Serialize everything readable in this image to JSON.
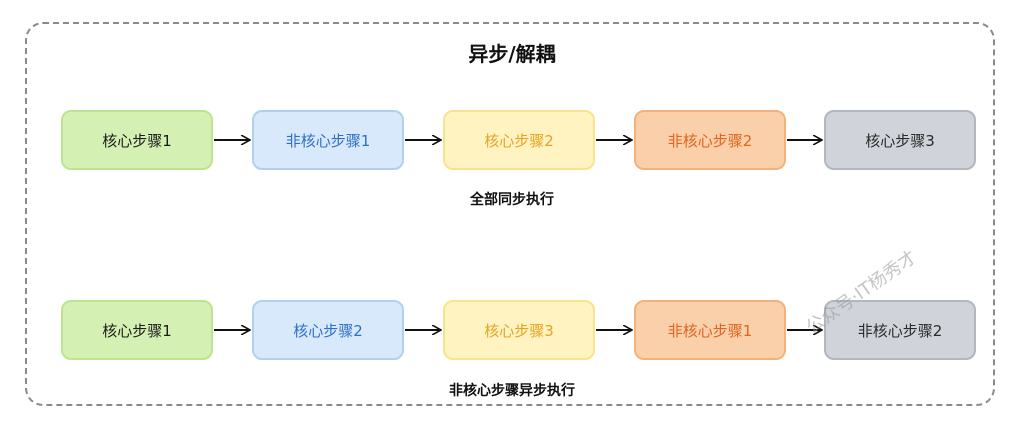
{
  "title": "异步/解耦",
  "row1": {
    "caption": "全部同步执行",
    "steps": [
      "核心步骤1",
      "非核心步骤1",
      "核心步骤2",
      "非核心步骤2",
      "核心步骤3"
    ]
  },
  "row2": {
    "caption": "非核心步骤异步执行",
    "steps": [
      "核心步骤1",
      "核心步骤2",
      "核心步骤3",
      "非核心步骤1",
      "非核心步骤2"
    ]
  },
  "watermark": "公众号·IT杨秀才",
  "colors": {
    "green": "#d5f0b3",
    "blue": "#d9e9fc",
    "yellow": "#fff3c2",
    "orange": "#f9d0a9",
    "gray": "#d0d4da",
    "frame_border": "#8a8a8a"
  }
}
